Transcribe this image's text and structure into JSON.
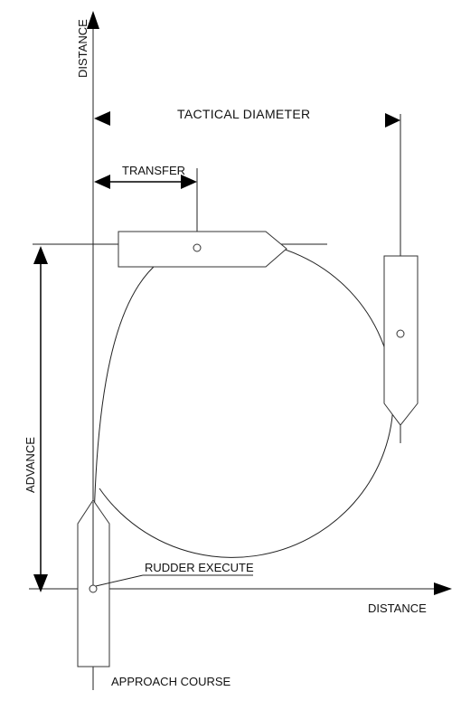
{
  "labels": {
    "distance_vertical": "DISTANCE",
    "distance_horizontal": "DISTANCE",
    "tactical_diameter": "TACTICAL DIAMETER",
    "transfer": "TRANSFER",
    "advance": "ADVANCE",
    "rudder_execute": "RUDDER EXECUTE",
    "approach_course": "APPROACH COURSE"
  },
  "colors": {
    "line": "#222222",
    "arrow": "#000000",
    "background": "#ffffff"
  }
}
